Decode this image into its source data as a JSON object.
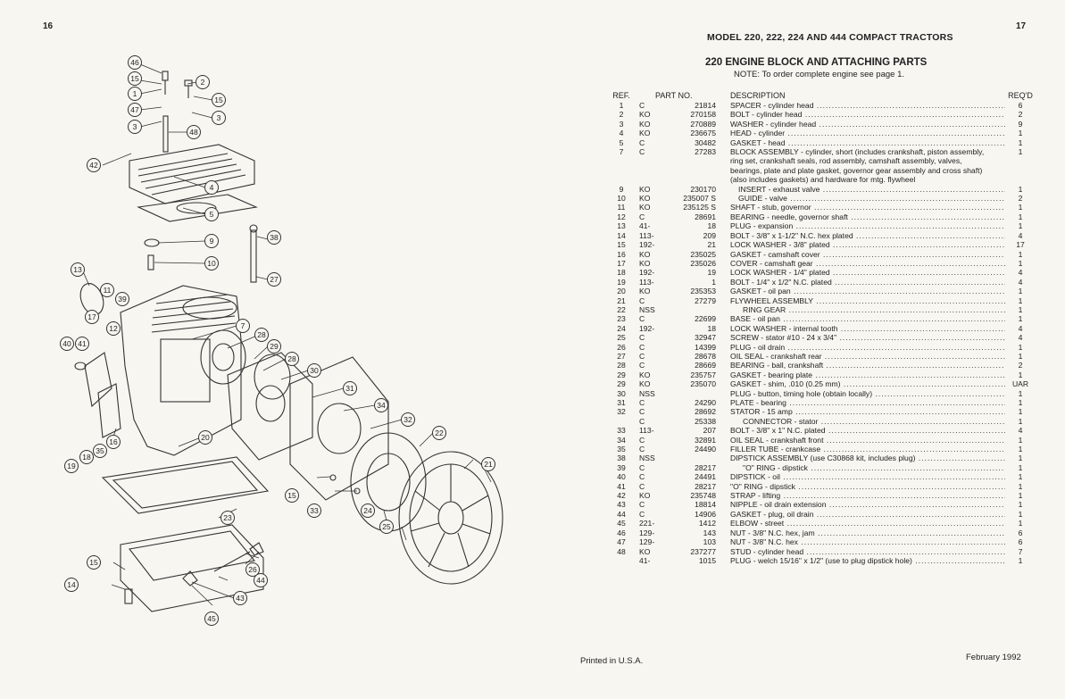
{
  "page_left": "16",
  "page_right": "17",
  "model_title": "MODEL 220, 222, 224 AND 444 COMPACT TRACTORS",
  "section_title": "220 ENGINE BLOCK AND ATTACHING PARTS",
  "note": "NOTE: To order complete engine see page 1.",
  "footer_left": "Printed in U.S.A.",
  "footer_right": "February 1992",
  "table": {
    "headers": {
      "ref": "REF.",
      "part_no": "PART NO.",
      "description": "DESCRIPTION",
      "qty": "REQ'D"
    },
    "rows": [
      {
        "ref": "1",
        "pre": "C",
        "num": "21814",
        "desc": "SPACER - cylinder head",
        "qty": "6",
        "indent": 0
      },
      {
        "ref": "2",
        "pre": "KO",
        "num": "270158",
        "desc": "BOLT - cylinder head",
        "qty": "2",
        "indent": 0
      },
      {
        "ref": "3",
        "pre": "KO",
        "num": "270889",
        "desc": "WASHER - cylinder head",
        "qty": "9",
        "indent": 0
      },
      {
        "ref": "4",
        "pre": "KO",
        "num": "236675",
        "desc": "HEAD - cylinder",
        "qty": "1",
        "indent": 0
      },
      {
        "ref": "5",
        "pre": "C",
        "num": "30482",
        "desc": "GASKET - head",
        "qty": "1",
        "indent": 0
      },
      {
        "ref": "7",
        "pre": "C",
        "num": "27283",
        "desc": "BLOCK ASSEMBLY - cylinder, short (includes crankshaft, piston assembly, ring set, crankshaft seals, rod assembly, camshaft assembly, valves, bearings, plate and plate gasket, governor gear assembly and cross shaft) (also includes gaskets) and hardware for mtg. flywheel",
        "qty": "1",
        "indent": 0,
        "multi": true
      },
      {
        "ref": "9",
        "pre": "KO",
        "num": "230170",
        "desc": "INSERT - exhaust valve",
        "qty": "1",
        "indent": 1
      },
      {
        "ref": "10",
        "pre": "KO",
        "num": "235007 S",
        "desc": "GUIDE - valve",
        "qty": "2",
        "indent": 1
      },
      {
        "ref": "11",
        "pre": "KO",
        "num": "235125 S",
        "desc": "SHAFT - stub, governor",
        "qty": "1",
        "indent": 0
      },
      {
        "ref": "12",
        "pre": "C",
        "num": "28691",
        "desc": "BEARING - needle, governor shaft",
        "qty": "1",
        "indent": 0
      },
      {
        "ref": "13",
        "pre": "41-",
        "num": "18",
        "desc": "PLUG - expansion",
        "qty": "1",
        "indent": 0
      },
      {
        "ref": "14",
        "pre": "113-",
        "num": "209",
        "desc": "BOLT - 3/8\" x 1-1/2\" N.C. hex plated",
        "qty": "4",
        "indent": 0
      },
      {
        "ref": "15",
        "pre": "192-",
        "num": "21",
        "desc": "LOCK WASHER - 3/8\" plated",
        "qty": "17",
        "indent": 0
      },
      {
        "ref": "16",
        "pre": "KO",
        "num": "235025",
        "desc": "GASKET - camshaft cover",
        "qty": "1",
        "indent": 0
      },
      {
        "ref": "17",
        "pre": "KO",
        "num": "235026",
        "desc": "COVER - camshaft gear",
        "qty": "1",
        "indent": 0
      },
      {
        "ref": "18",
        "pre": "192-",
        "num": "19",
        "desc": "LOCK WASHER - 1/4\" plated",
        "qty": "4",
        "indent": 0
      },
      {
        "ref": "19",
        "pre": "113-",
        "num": "1",
        "desc": "BOLT - 1/4\" x 1/2\" N.C. plated",
        "qty": "4",
        "indent": 0
      },
      {
        "ref": "20",
        "pre": "KO",
        "num": "235353",
        "desc": "GASKET - oil pan",
        "qty": "1",
        "indent": 0
      },
      {
        "ref": "21",
        "pre": "C",
        "num": "27279",
        "desc": "FLYWHEEL ASSEMBLY",
        "qty": "1",
        "indent": 0
      },
      {
        "ref": "22",
        "pre": "NSS",
        "num": "",
        "desc": "RING GEAR",
        "qty": "1",
        "indent": 2
      },
      {
        "ref": "23",
        "pre": "C",
        "num": "22699",
        "desc": "BASE - oil pan",
        "qty": "1",
        "indent": 0
      },
      {
        "ref": "24",
        "pre": "192-",
        "num": "18",
        "desc": "LOCK WASHER - internal tooth",
        "qty": "4",
        "indent": 0
      },
      {
        "ref": "25",
        "pre": "C",
        "num": "32947",
        "desc": "SCREW - stator #10 - 24 x 3/4\"",
        "qty": "4",
        "indent": 0
      },
      {
        "ref": "26",
        "pre": "C",
        "num": "14399",
        "desc": "PLUG - oil drain",
        "qty": "1",
        "indent": 0
      },
      {
        "ref": "27",
        "pre": "C",
        "num": "28678",
        "desc": "OIL SEAL - crankshaft rear",
        "qty": "1",
        "indent": 0
      },
      {
        "ref": "28",
        "pre": "C",
        "num": "28669",
        "desc": "BEARING - ball, crankshaft",
        "qty": "2",
        "indent": 0
      },
      {
        "ref": "29",
        "pre": "KO",
        "num": "235757",
        "desc": "GASKET - bearing plate",
        "qty": "1",
        "indent": 0
      },
      {
        "ref": "29",
        "pre": "KO",
        "num": "235070",
        "desc": "GASKET - shim, .010 (0.25 mm)",
        "qty": "UAR",
        "indent": 0
      },
      {
        "ref": "30",
        "pre": "NSS",
        "num": "",
        "desc": "PLUG - button, timing hole (obtain locally)",
        "qty": "1",
        "indent": 0
      },
      {
        "ref": "31",
        "pre": "C",
        "num": "24290",
        "desc": "PLATE - bearing",
        "qty": "1",
        "indent": 0
      },
      {
        "ref": "32",
        "pre": "C",
        "num": "28692",
        "desc": "STATOR - 15 amp",
        "qty": "1",
        "indent": 0
      },
      {
        "ref": "",
        "pre": "C",
        "num": "25338",
        "desc": "CONNECTOR - stator",
        "qty": "1",
        "indent": 2
      },
      {
        "ref": "33",
        "pre": "113-",
        "num": "207",
        "desc": "BOLT - 3/8\" x 1\" N.C. plated",
        "qty": "4",
        "indent": 0
      },
      {
        "ref": "34",
        "pre": "C",
        "num": "32891",
        "desc": "OIL SEAL - crankshaft front",
        "qty": "1",
        "indent": 0
      },
      {
        "ref": "35",
        "pre": "C",
        "num": "24490",
        "desc": "FILLER TUBE - crankcase",
        "qty": "1",
        "indent": 0
      },
      {
        "ref": "38",
        "pre": "NSS",
        "num": "",
        "desc": "DIPSTICK ASSEMBLY (use C30868 kit, includes plug)",
        "qty": "1",
        "indent": 0
      },
      {
        "ref": "39",
        "pre": "C",
        "num": "28217",
        "desc": "\"O\" RING - dipstick",
        "qty": "1",
        "indent": 2
      },
      {
        "ref": "40",
        "pre": "C",
        "num": "24491",
        "desc": "DIPSTICK - oil",
        "qty": "1",
        "indent": 0
      },
      {
        "ref": "41",
        "pre": "C",
        "num": "28217",
        "desc": "\"O\" RING - dipstick",
        "qty": "1",
        "indent": 0
      },
      {
        "ref": "42",
        "pre": "KO",
        "num": "235748",
        "desc": "STRAP - lifting",
        "qty": "1",
        "indent": 0
      },
      {
        "ref": "43",
        "pre": "C",
        "num": "18814",
        "desc": "NIPPLE - oil drain extension",
        "qty": "1",
        "indent": 0
      },
      {
        "ref": "44",
        "pre": "C",
        "num": "14906",
        "desc": "GASKET - plug, oil drain",
        "qty": "1",
        "indent": 0
      },
      {
        "ref": "45",
        "pre": "221-",
        "num": "1412",
        "desc": "ELBOW - street",
        "qty": "1",
        "indent": 0
      },
      {
        "ref": "46",
        "pre": "129-",
        "num": "143",
        "desc": "NUT - 3/8\" N.C. hex, jam",
        "qty": "6",
        "indent": 0
      },
      {
        "ref": "47",
        "pre": "129-",
        "num": "103",
        "desc": "NUT - 3/8\" N.C. hex",
        "qty": "6",
        "indent": 0
      },
      {
        "ref": "48",
        "pre": "KO",
        "num": "237277",
        "desc": "STUD - cylinder head",
        "qty": "7",
        "indent": 0
      },
      {
        "ref": "",
        "pre": "41-",
        "num": "1015",
        "desc": "PLUG - welch 15/16\" x 1/2\" (use to plug dipstick hole)",
        "qty": "1",
        "indent": 0
      }
    ]
  },
  "callouts": [
    "46",
    "15",
    "1",
    "47",
    "3",
    "2",
    "15",
    "3",
    "48",
    "42",
    "4",
    "5",
    "9",
    "38",
    "10",
    "27",
    "13",
    "11",
    "39",
    "17",
    "12",
    "7",
    "40",
    "41",
    "28",
    "29",
    "28",
    "30",
    "31",
    "34",
    "32",
    "22",
    "21",
    "16",
    "35",
    "18",
    "19",
    "20",
    "15",
    "33",
    "24",
    "25",
    "23",
    "15",
    "26",
    "14",
    "44",
    "43",
    "45"
  ]
}
